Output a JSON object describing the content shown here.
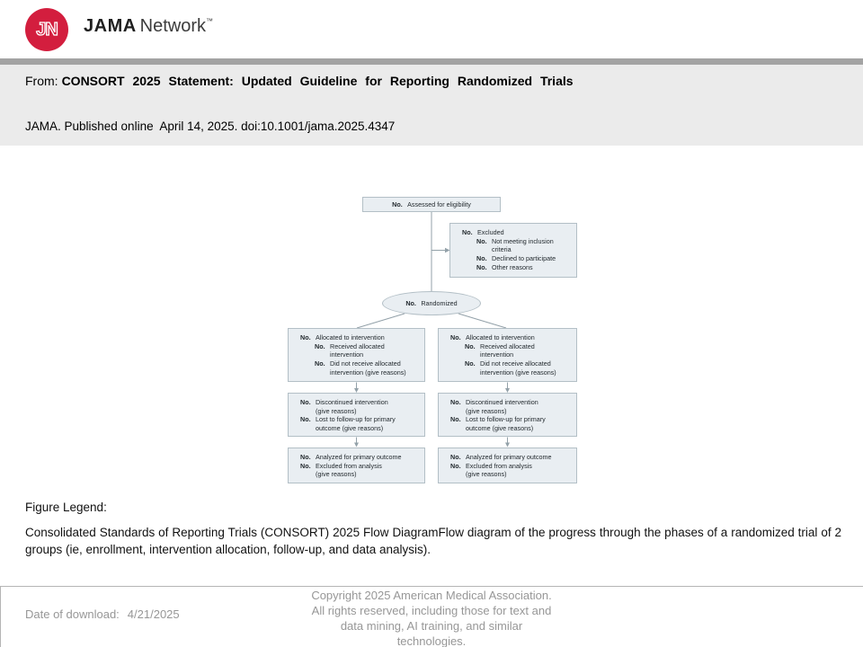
{
  "colors": {
    "brand_red": "#d31e3e",
    "box_fill": "#e9eef2",
    "box_border": "#b3bfc6",
    "connector": "#93a1a9",
    "muted_gray": "#979797"
  },
  "header": {
    "logo": {
      "monogram": "JN",
      "brand_bold": "JAMA",
      "brand_light": "Network",
      "trademark": "™"
    },
    "from_label": "From:",
    "article_title": "CONSORT 2025 Statement: Updated Guideline for Reporting Randomized Trials",
    "citation": "JAMA. Published online  April 14, 2025. doi:10.1001/jama.2025.4347"
  },
  "diagram": {
    "no_label": "No.",
    "boxes": {
      "eligibility": {
        "lines": [
          {
            "indent": 0,
            "no": true,
            "text": "Assessed for eligibility"
          }
        ]
      },
      "excluded": {
        "lines": [
          {
            "indent": 0,
            "no": true,
            "text": "Excluded"
          },
          {
            "indent": 1,
            "no": true,
            "text": "Not meeting inclusion"
          },
          {
            "indent": 1,
            "no": false,
            "text": "criteria"
          },
          {
            "indent": 1,
            "no": true,
            "text": "Declined to participate"
          },
          {
            "indent": 1,
            "no": true,
            "text": "Other reasons"
          }
        ]
      },
      "randomized": {
        "lines": [
          {
            "indent": 0,
            "no": true,
            "text": "Randomized"
          }
        ]
      },
      "allocation_left": {
        "lines": [
          {
            "indent": 0,
            "no": true,
            "text": "Allocated to intervention"
          },
          {
            "indent": 1,
            "no": true,
            "text": "Received allocated"
          },
          {
            "indent": 1,
            "no": false,
            "text": "intervention"
          },
          {
            "indent": 1,
            "no": true,
            "text": "Did not receive allocated"
          },
          {
            "indent": 1,
            "no": false,
            "text": "intervention (give reasons)"
          }
        ]
      },
      "allocation_right": {
        "lines": [
          {
            "indent": 0,
            "no": true,
            "text": "Allocated to intervention"
          },
          {
            "indent": 1,
            "no": true,
            "text": "Received allocated"
          },
          {
            "indent": 1,
            "no": false,
            "text": "intervention"
          },
          {
            "indent": 1,
            "no": true,
            "text": "Did not receive allocated"
          },
          {
            "indent": 1,
            "no": false,
            "text": "intervention (give reasons)"
          }
        ]
      },
      "followup_left": {
        "lines": [
          {
            "indent": 0,
            "no": true,
            "text": "Discontinued intervention"
          },
          {
            "indent": 0,
            "no": false,
            "text": "(give reasons)"
          },
          {
            "indent": 0,
            "no": true,
            "text": "Lost to follow-up for primary"
          },
          {
            "indent": 0,
            "no": false,
            "text": "outcome (give reasons)"
          }
        ]
      },
      "followup_right": {
        "lines": [
          {
            "indent": 0,
            "no": true,
            "text": "Discontinued intervention"
          },
          {
            "indent": 0,
            "no": false,
            "text": "(give reasons)"
          },
          {
            "indent": 0,
            "no": true,
            "text": "Lost to follow-up for primary"
          },
          {
            "indent": 0,
            "no": false,
            "text": "outcome (give reasons)"
          }
        ]
      },
      "analysis_left": {
        "lines": [
          {
            "indent": 0,
            "no": true,
            "text": "Analyzed for primary outcome"
          },
          {
            "indent": 0,
            "no": true,
            "text": "Excluded from analysis"
          },
          {
            "indent": 0,
            "no": false,
            "text": "(give reasons)"
          }
        ]
      },
      "analysis_right": {
        "lines": [
          {
            "indent": 0,
            "no": true,
            "text": "Analyzed for primary outcome"
          },
          {
            "indent": 0,
            "no": true,
            "text": "Excluded from analysis"
          },
          {
            "indent": 0,
            "no": false,
            "text": "(give reasons)"
          }
        ]
      }
    }
  },
  "legend": {
    "heading": "Figure Legend:",
    "body": "Consolidated Standards of Reporting Trials (CONSORT) 2025 Flow DiagramFlow diagram of the progress through the phases of a randomized trial of 2 groups (ie, enrollment, intervention allocation, follow-up, and data analysis)."
  },
  "footer": {
    "date_label": "Date of download:",
    "date_value": "4/21/2025",
    "copyright_lines": [
      "Copyright 2025 American Medical Association.",
      "All rights reserved, including those for text and",
      "data mining, AI training, and similar",
      "technologies."
    ]
  }
}
